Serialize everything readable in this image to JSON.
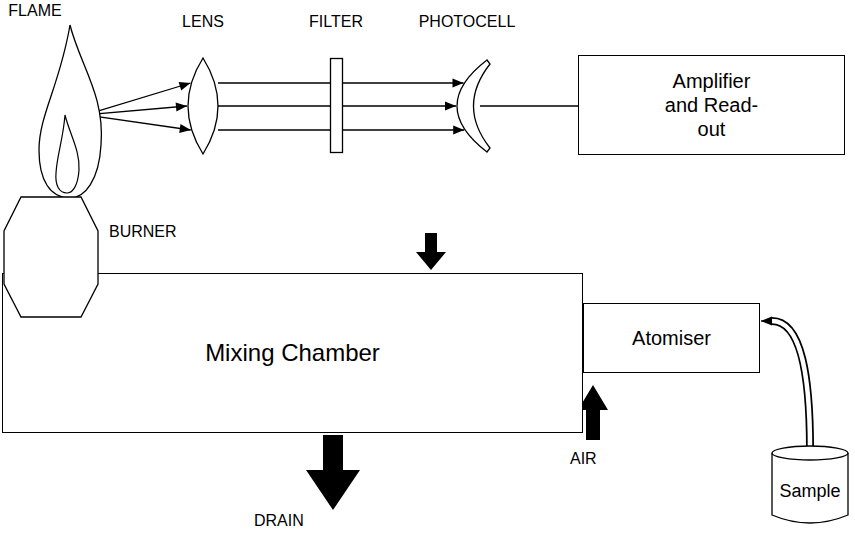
{
  "diagram": {
    "nodes": [
      {
        "text": [
          "FLAME"
        ]
      },
      {
        "text": [
          "LENS"
        ]
      },
      {
        "text": [
          "FILTER"
        ]
      },
      {
        "text": [
          "PHOTOCELL"
        ]
      },
      {
        "text": [
          "Amplifier and Read-out"
        ]
      },
      {
        "text": [
          "BURNER"
        ]
      },
      {
        "text": [
          "Mixing Chamber"
        ]
      },
      {
        "text": [
          "Atomiser"
        ]
      },
      {
        "text": [
          "Sample"
        ]
      }
    ],
    "edges": [
      {
        "from": 0,
        "to": 1,
        "arrow": "to"
      },
      {
        "from": 1,
        "to": 3,
        "arrow": "to"
      },
      {
        "from": 3,
        "to": 4,
        "arrow": "none"
      },
      {
        "from": 8,
        "to": 7,
        "arrow": "to"
      }
    ],
    "labels": [
      "DRAIN",
      "AIR"
    ]
  }
}
